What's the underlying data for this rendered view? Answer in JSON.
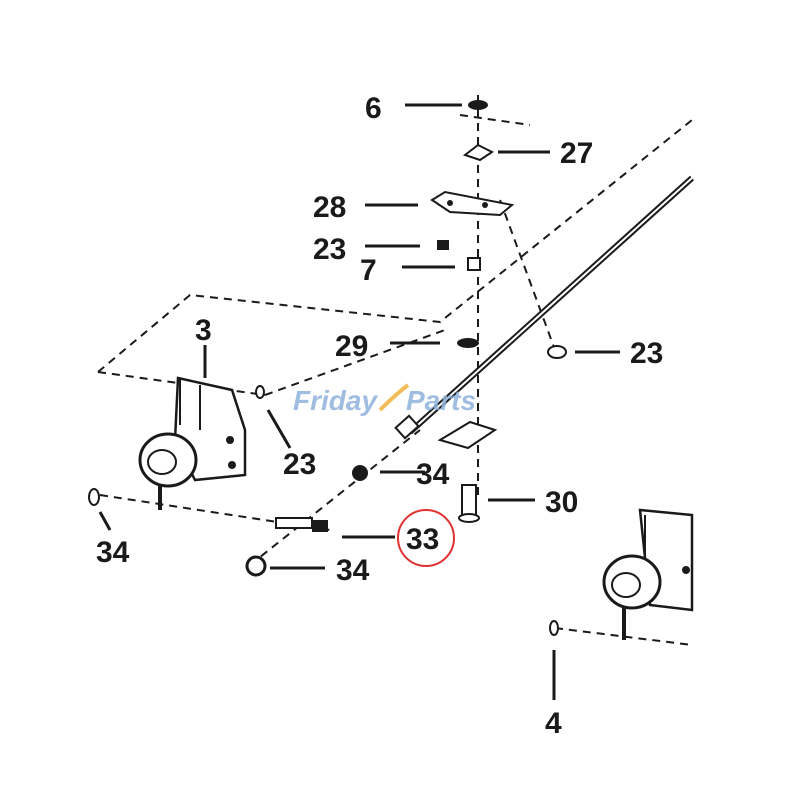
{
  "diagram": {
    "callouts": {
      "c6": "6",
      "c27": "27",
      "c28": "28",
      "c23a": "23",
      "c7": "7",
      "c29": "29",
      "c23b": "23",
      "c3": "3",
      "c23c": "23",
      "c34a": "34",
      "c30": "30",
      "c34b": "34",
      "c33": "33",
      "c34c": "34",
      "c4": "4"
    },
    "highlighted_callout": "33",
    "highlight_color": "#e03030",
    "line_color": "#1a1a1a"
  },
  "watermark": {
    "part1": "Friday",
    "part2": "Parts",
    "color_primary": "#8fb2dc",
    "color_accent": "#f0b23c"
  }
}
